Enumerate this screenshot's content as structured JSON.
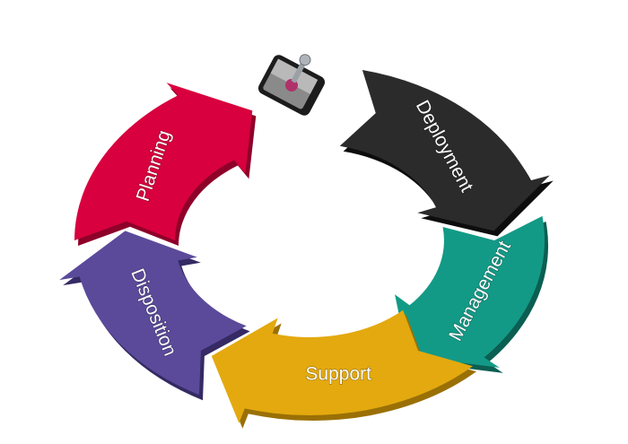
{
  "diagram": {
    "type": "lifecycle-cycle",
    "center_icon": "mobile-phone-with-key-icon",
    "stages": [
      {
        "id": "planning",
        "label": "Planning",
        "color": "#d8003e",
        "dark": "#8e0029"
      },
      {
        "id": "deployment",
        "label": "Deployment",
        "color": "#2b2b2b",
        "dark": "#0d0d0d"
      },
      {
        "id": "management",
        "label": "Management",
        "color": "#139a86",
        "dark": "#0b5e52"
      },
      {
        "id": "support",
        "label": "Support",
        "color": "#e3a90f",
        "dark": "#9a7005"
      },
      {
        "id": "disposition",
        "label": "Disposition",
        "color": "#5b4a9a",
        "dark": "#352a63"
      }
    ]
  }
}
